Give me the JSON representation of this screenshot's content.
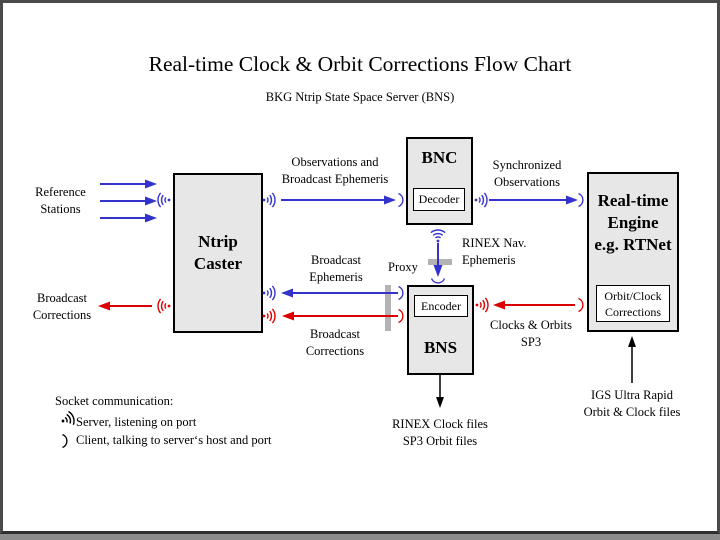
{
  "slide": {
    "title": "Real-time Clock & Orbit Corrections Flow Chart",
    "subtitle": "BKG Ntrip State Space Server  (BNS)"
  },
  "boxes": {
    "ntrip_caster": {
      "line1": "Ntrip",
      "line2": "Caster"
    },
    "bnc": {
      "name": "BNC",
      "sub": "Decoder"
    },
    "bns": {
      "name": "BNS",
      "sub": "Encoder"
    },
    "engine": {
      "line1": "Real-time",
      "line2": "Engine",
      "line3": "e.g. RTNet",
      "sub_line1": "Orbit/Clock",
      "sub_line2": "Corrections"
    }
  },
  "labels": {
    "reference_stations": {
      "line1": "Reference",
      "line2": "Stations"
    },
    "broadcast_corrections_left": {
      "line1": "Broadcast",
      "line2": "Corrections"
    },
    "observations": {
      "line1": "Observations and",
      "line2": "Broadcast Ephemeris"
    },
    "synchronized": {
      "line1": "Synchronized",
      "line2": "Observations"
    },
    "rinex_nav": {
      "line1": "RINEX Nav.",
      "line2": "Ephemeris"
    },
    "broadcast_ephemeris": {
      "line1": "Broadcast",
      "line2": "Ephemeris"
    },
    "proxy": "Proxy",
    "broadcast_corrections_mid": {
      "line1": "Broadcast",
      "line2": "Corrections"
    },
    "clocks_orbits": {
      "line1": "Clocks & Orbits",
      "line2": "SP3"
    },
    "rinex_clock_files": {
      "line1": "RINEX Clock files",
      "line2": "SP3 Orbit files"
    },
    "igs": {
      "line1": "IGS Ultra Rapid",
      "line2": "Orbit & Clock files"
    }
  },
  "legend": {
    "heading": "Socket communication:",
    "server": "Server, listening on port",
    "client": "Client, talking to server‘s host and port"
  },
  "colors": {
    "blue": "#3333cc",
    "red": "#dd0000",
    "box_fill": "#e7e7e7",
    "gray_bar": "#b3b3b3"
  }
}
